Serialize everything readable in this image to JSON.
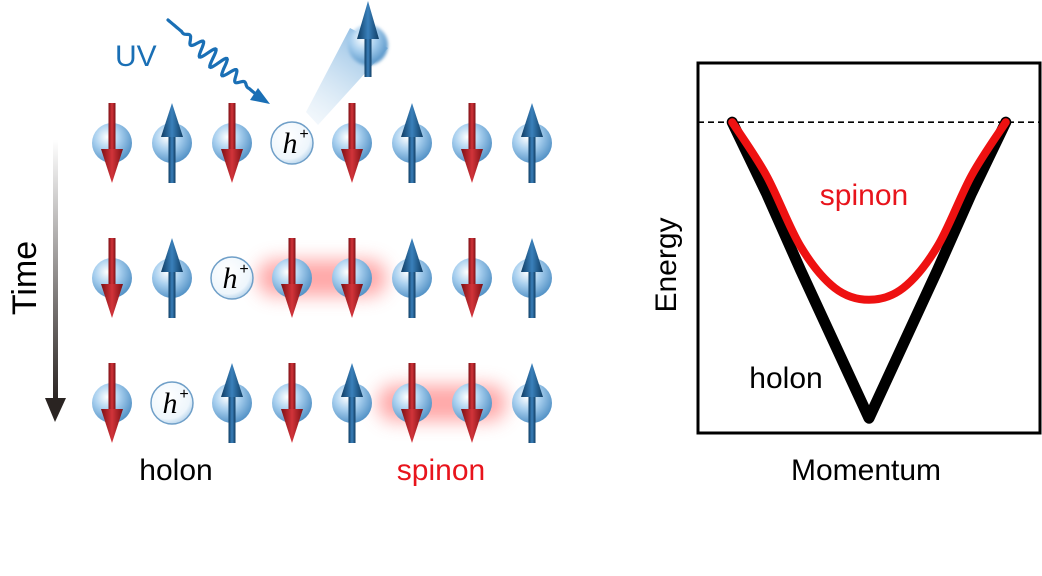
{
  "left_panel": {
    "uv_label": "UV",
    "time_label": "Time",
    "hole_symbol": "h",
    "hole_charge": "+",
    "holon_caption": "holon",
    "spinon_caption": "spinon",
    "rows": [
      [
        "down",
        "up",
        "down",
        "hole",
        "down",
        "up",
        "down",
        "up"
      ],
      [
        "down",
        "up",
        "hole",
        "down",
        "down",
        "up",
        "down",
        "up"
      ],
      [
        "down",
        "hole",
        "up",
        "down",
        "up",
        "down",
        "down",
        "up"
      ]
    ],
    "spinon_pairs": [
      {
        "row": 1,
        "from": 3,
        "to": 4
      },
      {
        "row": 2,
        "from": 5,
        "to": 6
      }
    ],
    "ejected_spin": "up"
  },
  "right_panel": {
    "ylabel": "Energy",
    "xlabel": "Momentum",
    "spinon_label": "spinon",
    "holon_label": "holon"
  },
  "colors": {
    "uv": "#1a6fb5",
    "spin_down": "#b01d22",
    "spin_up": "#1b5a8c",
    "spinon_text": "#e8141c",
    "spinon_curve": "#ee1111",
    "holon_curve": "#000000",
    "glow": "#ff8a8a"
  },
  "chart_data": {
    "type": "line",
    "title": "",
    "xlabel": "Momentum",
    "ylabel": "Energy",
    "series": [
      {
        "name": "spinon",
        "x": [
          -1,
          -0.75,
          -0.5,
          -0.25,
          0,
          0.25,
          0.5,
          0.75,
          1
        ],
        "values": [
          1.0,
          0.82,
          0.58,
          0.44,
          0.4,
          0.44,
          0.58,
          0.82,
          1.0
        ]
      },
      {
        "name": "holon",
        "x": [
          -1,
          -0.75,
          -0.5,
          -0.25,
          0,
          0.25,
          0.5,
          0.75,
          1
        ],
        "values": [
          1.0,
          0.76,
          0.5,
          0.25,
          0.0,
          0.25,
          0.5,
          0.76,
          1.0
        ]
      }
    ],
    "xlim": [
      -1.25,
      1.25
    ],
    "ylim": [
      -0.05,
      1.2
    ],
    "reference_line": {
      "value": 1.0,
      "style": "dashed"
    },
    "grid": false
  }
}
